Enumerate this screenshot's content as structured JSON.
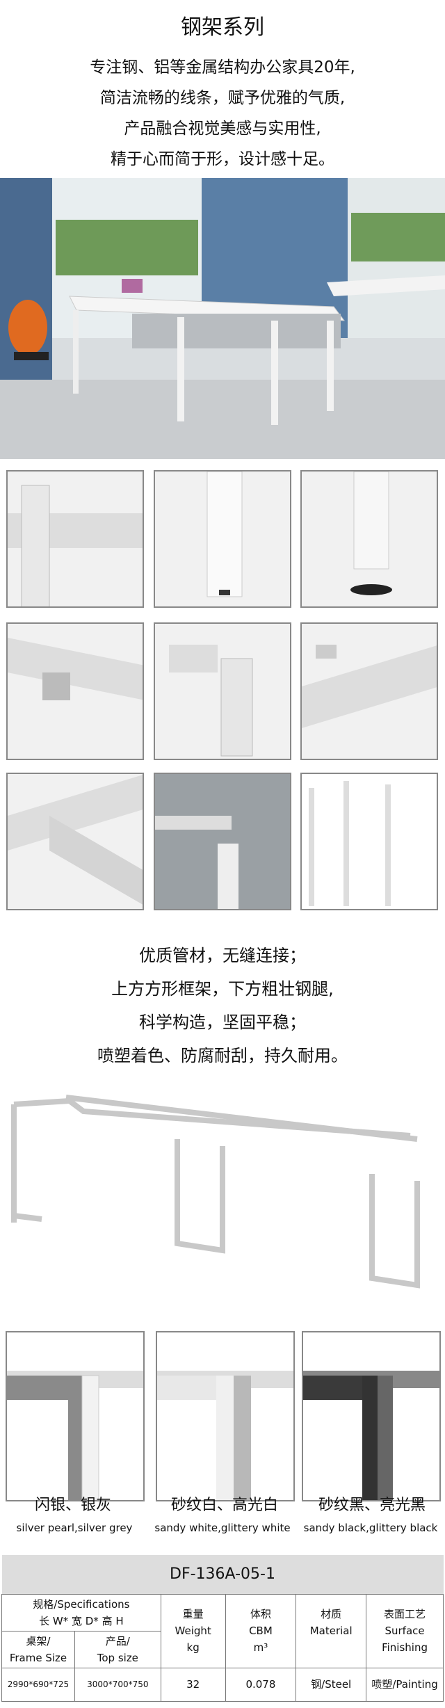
{
  "header": {
    "title": "钢架系列",
    "intro": [
      "专注钢、铝等金属结构办公家具20年,",
      "简洁流畅的线条，赋予优雅的气质,",
      "产品融合视觉美感与实用性,",
      "精于心而简于形，设计感十足。"
    ]
  },
  "features": [
    "优质管材，无缝连接；",
    "上方方形框架，下方粗壮钢腿,",
    "科学构造，坚固平稳；",
    "喷塑着色、防腐耐刮，持久耐用。"
  ],
  "colors": [
    {
      "cn": "闪银、银灰",
      "en": "silver pearl,silver grey",
      "hex": "#8a8a8a"
    },
    {
      "cn": "砂纹白、高光白",
      "en": "sandy white,glittery white",
      "hex": "#e6e6e6"
    },
    {
      "cn": "砂纹黑、亮光黑",
      "en": "sandy black,glittery black",
      "hex": "#3a3a3a"
    }
  ],
  "spec": {
    "model": "DF-136A-05-1",
    "spec_label": "规格/Specifications",
    "dims_label": "长 W* 宽 D* 高 H",
    "frame_cn": "桌架/",
    "frame_en": "Frame Size",
    "top_cn": "产品/",
    "top_en": "Top size",
    "weight_cn": "重量",
    "weight_en": "Weight",
    "weight_unit": "kg",
    "cbm_cn": "体积",
    "cbm_en": "CBM",
    "cbm_unit": "m³",
    "material_cn": "材质",
    "material_en": "Material",
    "finish_cn": "表面工艺",
    "finish_en1": "Surface",
    "finish_en2": "Finishing",
    "frame_size": "2990*690*725",
    "top_size": "3000*700*750",
    "weight": "32",
    "cbm": "0.078",
    "material": "钢/Steel",
    "finish": "喷塑/Painting"
  }
}
